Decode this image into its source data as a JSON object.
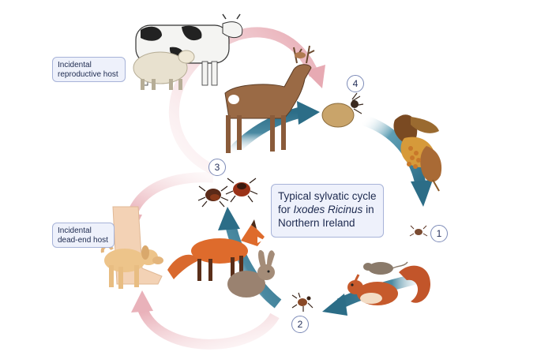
{
  "title": {
    "line1": "Typical sylvatic cycle",
    "line2_pre": "for ",
    "line2_italic": "Ixodes Ricinus",
    "line2_post": " in",
    "line3": "Northern Ireland"
  },
  "labels": {
    "reproductive_host": [
      "Incidental",
      "reproductive host"
    ],
    "dead_end_host": [
      "Incidental",
      "dead-end host"
    ]
  },
  "steps": [
    "1",
    "2",
    "3",
    "4"
  ],
  "colors": {
    "teal_arrow": "#2c6d87",
    "pink_arrow": "#eab6bd",
    "box_fill": "#eef1fb",
    "box_border": "#a7b3d8",
    "text": "#1d2a4f"
  },
  "icons": [
    "cow-icon",
    "sheep-icon",
    "deer-icon",
    "tick-icon",
    "engorged-tick-icon",
    "leaf-litter-icon",
    "squirrel-icon",
    "mouse-icon",
    "fox-icon",
    "rabbit-icon",
    "dog-icon",
    "human-leg-icon"
  ]
}
